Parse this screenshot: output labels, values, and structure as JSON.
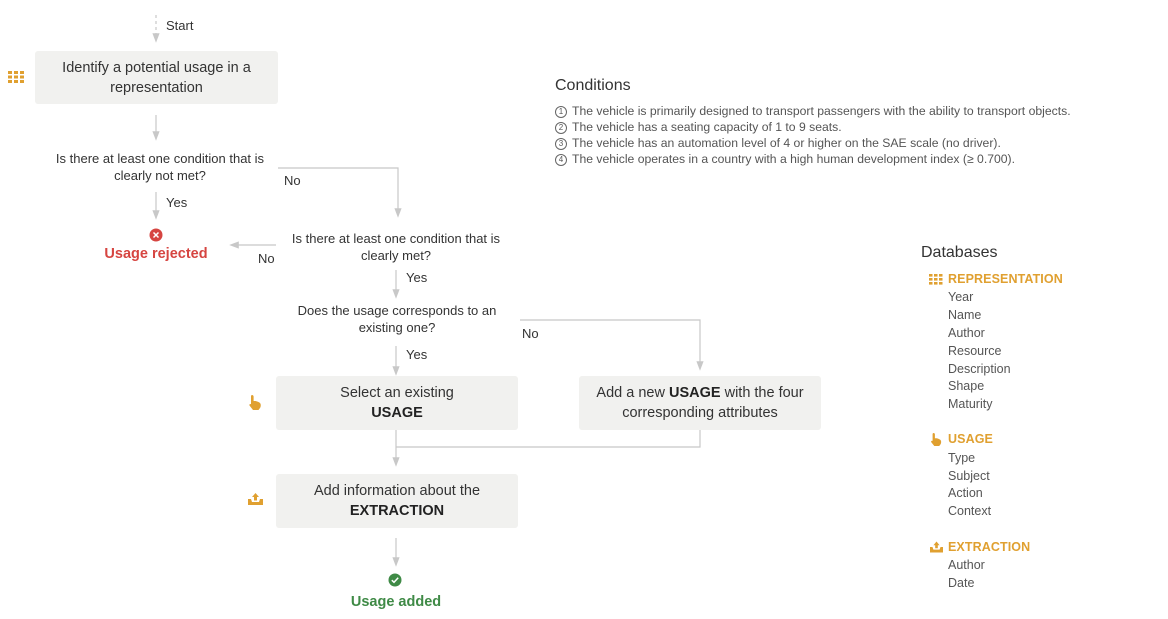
{
  "flow": {
    "start_label": "Start",
    "step_identify": "Identify a potential usage in a representation",
    "q_not_met": "Is there at least one condition that is clearly not met?",
    "q_met": "Is there at least one condition that is clearly met?",
    "q_existing": "Does the usage corresponds to an existing one?",
    "yes": "Yes",
    "no": "No",
    "select_prefix": "Select an existing",
    "select_bold": "USAGE",
    "add_prefix": "Add a new ",
    "add_bold": "USAGE",
    "add_suffix": " with the four corresponding attributes",
    "info_prefix": "Add information about the",
    "info_bold": "EXTRACTION",
    "rejected": "Usage rejected",
    "added": "Usage added"
  },
  "conditions": {
    "title": "Conditions",
    "items": [
      {
        "num": "1",
        "text": "The vehicle is primarily designed to transport passengers with the ability to transport objects."
      },
      {
        "num": "2",
        "text": "The vehicle has a seating capacity of 1 to 9 seats."
      },
      {
        "num": "3",
        "text": "The vehicle has an automation level of 4 or higher on the SAE scale (no driver)."
      },
      {
        "num": "4",
        "text": "The vehicle operates in a country with a high human development index (≥ 0.700)."
      }
    ]
  },
  "databases": {
    "title": "Databases",
    "representation": {
      "name": "REPRESENTATION",
      "attrs": [
        "Year",
        "Name",
        "Author",
        "Resource",
        "Description",
        "Shape",
        "Maturity"
      ]
    },
    "usage": {
      "name": "USAGE",
      "attrs": [
        "Type",
        "Subject",
        "Action",
        "Context"
      ]
    },
    "extraction": {
      "name": "EXTRACTION",
      "attrs": [
        "Author",
        "Date"
      ]
    }
  },
  "colors": {
    "accent": "#e0a030",
    "rejected": "#d64541",
    "added": "#3f8a46",
    "box": "#f1f1ef",
    "line": "#c8c8c8"
  },
  "icons": [
    "grid-icon",
    "hand-pointer-icon",
    "upload-tray-icon",
    "x-circle-icon",
    "check-circle-icon"
  ]
}
